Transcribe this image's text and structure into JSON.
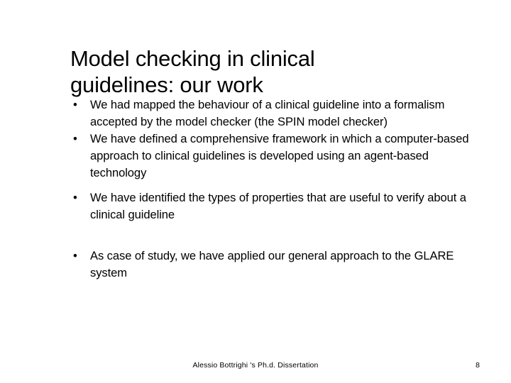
{
  "slide": {
    "title": "Model checking in clinical guidelines: our work",
    "bullet_marker": "•",
    "bullets": [
      {
        "id": "bullet-1",
        "text": "We had mapped the behaviour of a clinical guideline into a formalism accepted by the model checker (the SPIN model checker)"
      },
      {
        "id": "bullet-2",
        "text": "We have defined a comprehensive framework in which a computer-based approach to clinical guidelines is developed using an agent-based technology"
      },
      {
        "id": "bullet-3",
        "text": "We have identified the types of properties that are useful to verify about a clinical guideline"
      },
      {
        "id": "bullet-4",
        "text": "As case of study, we have applied our general approach to the GLARE system"
      }
    ],
    "footer": {
      "center_text": "Alessio Bottrighi 's Ph.d. Dissertation",
      "page_number": "8"
    },
    "colors": {
      "background": "#ffffff",
      "text": "#000000"
    }
  }
}
